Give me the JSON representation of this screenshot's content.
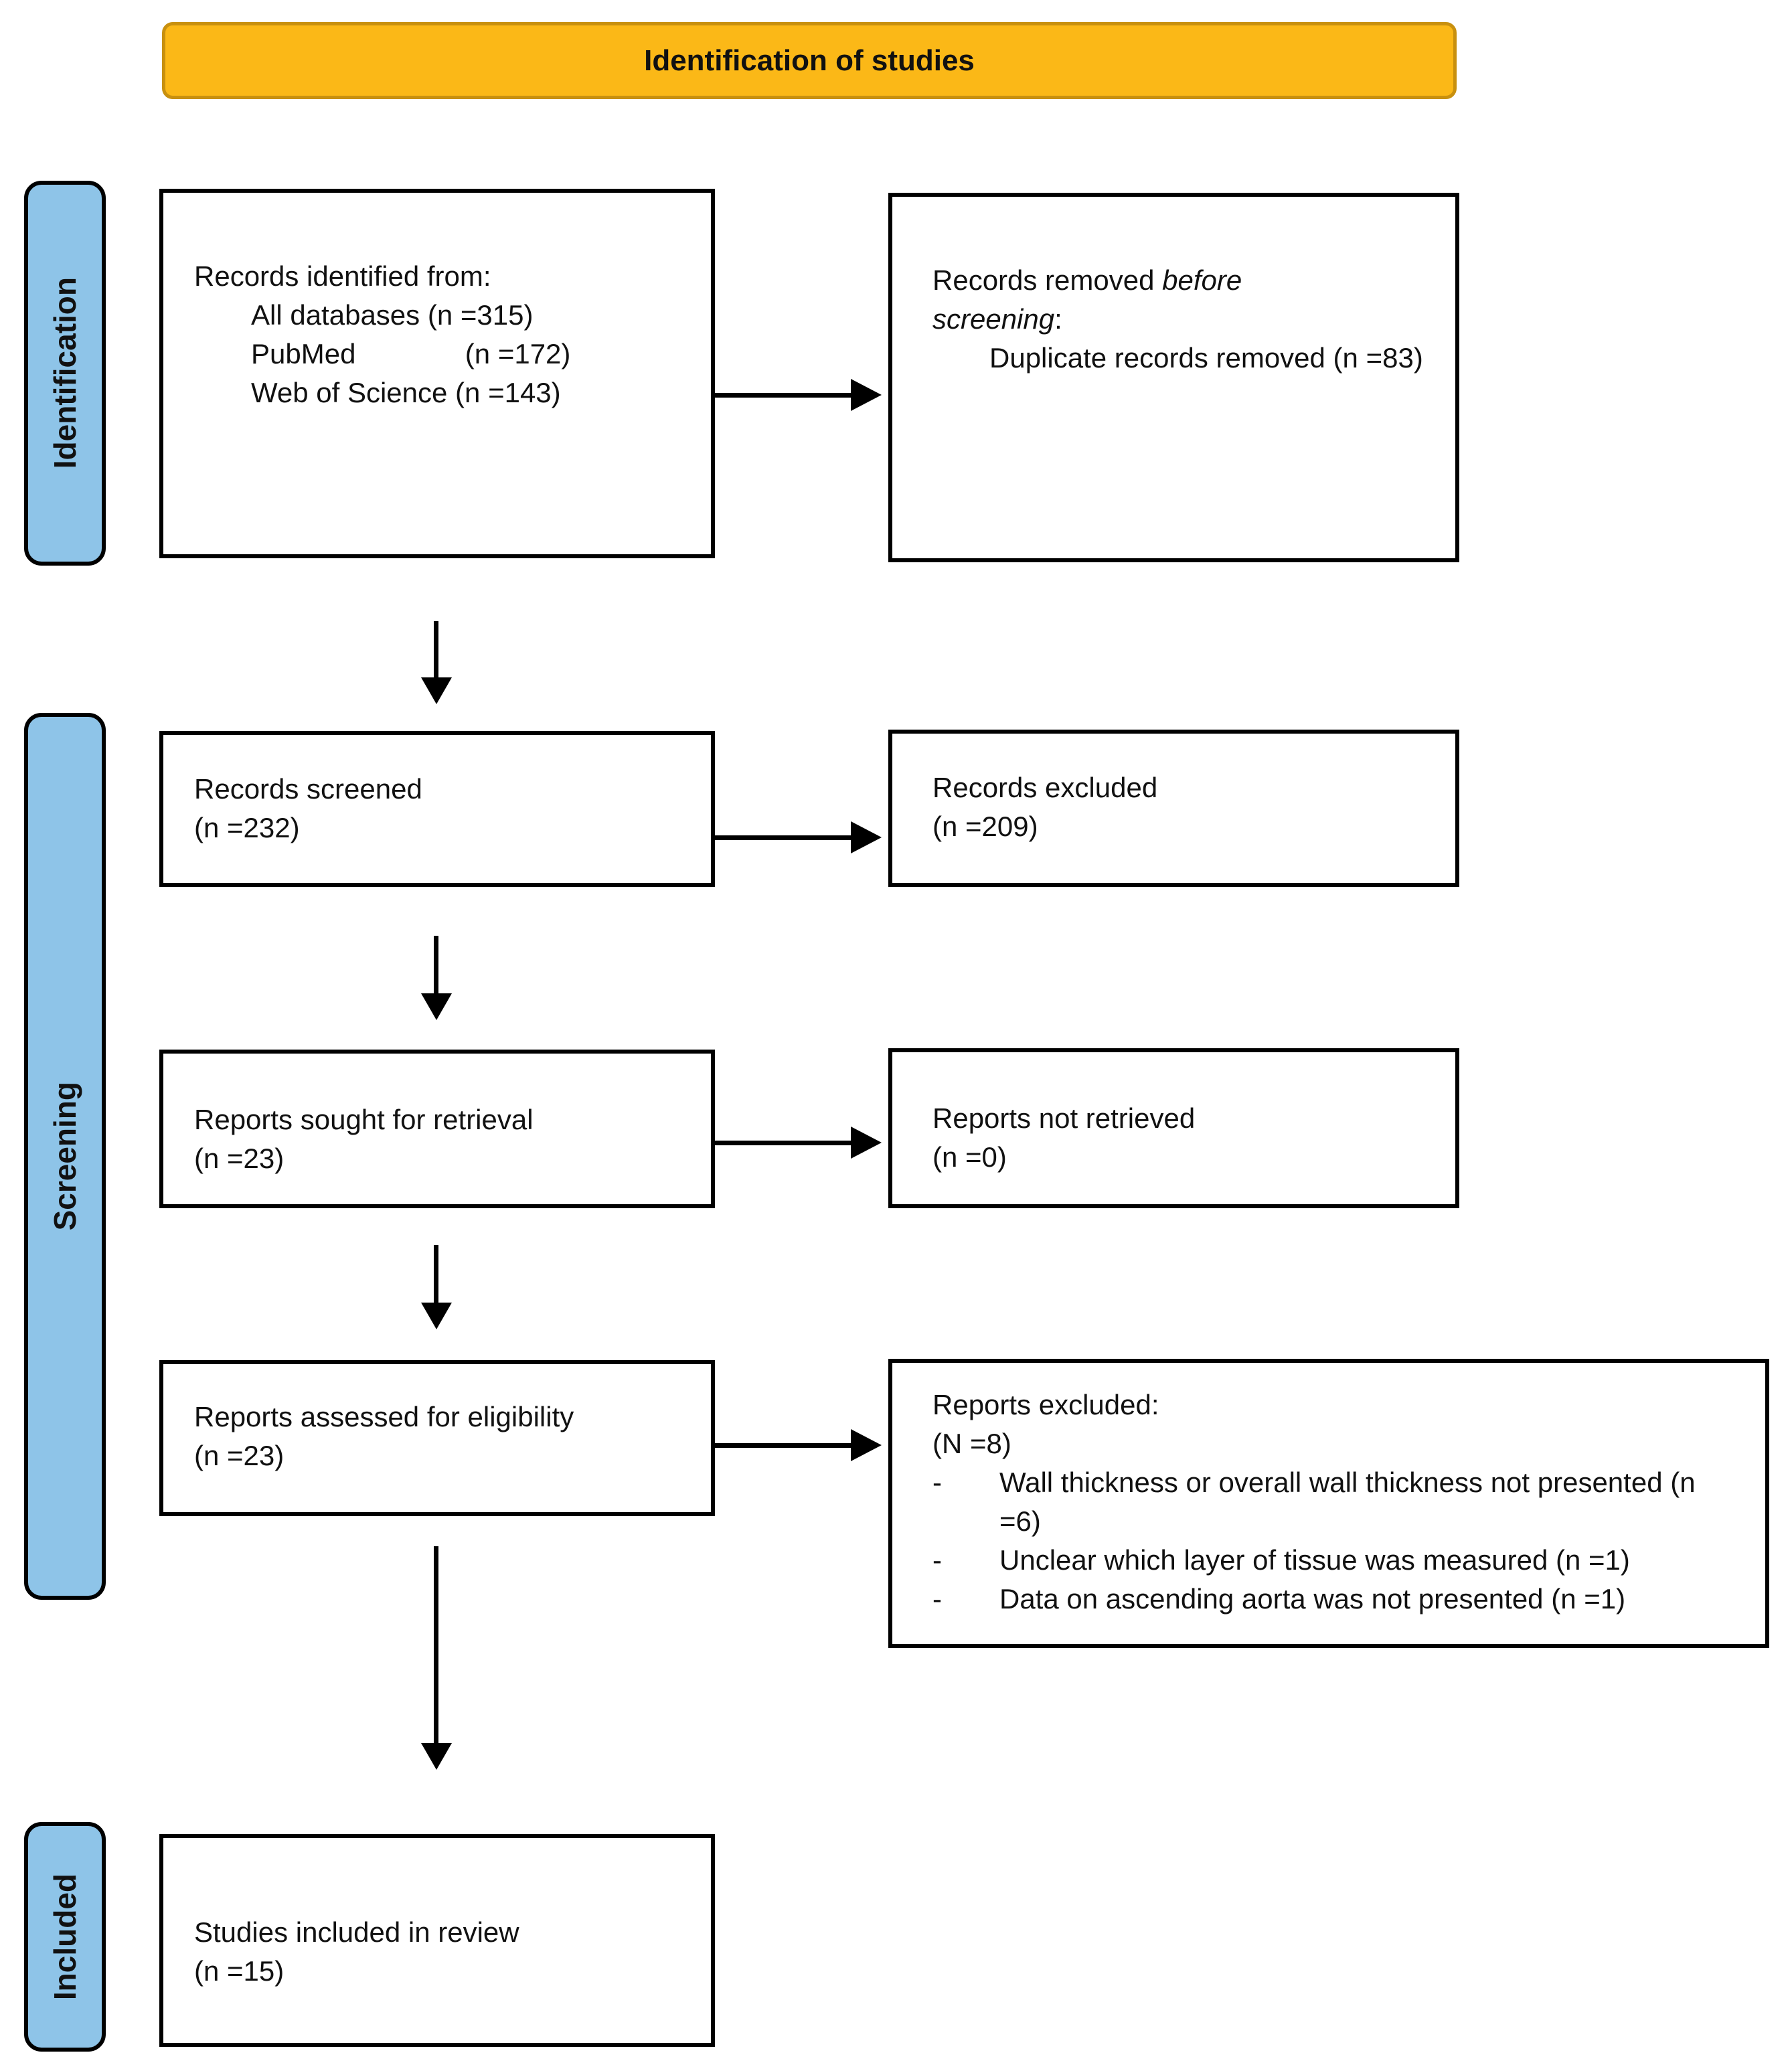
{
  "banner": {
    "label": "Identification of studies"
  },
  "colors": {
    "banner_fill": "#FBB817",
    "banner_border": "#C8900F",
    "stage_fill": "#8EC4E8",
    "box_border": "#000000",
    "text": "#111111"
  },
  "stages": {
    "identification": "Identification",
    "screening": "Screening",
    "included": "Included"
  },
  "boxes": {
    "records_identified": {
      "intro": "Records identified from:",
      "items": [
        "All databases (n =315)",
        "PubMed              (n =172)",
        "Web of Science (n =143)"
      ]
    },
    "records_removed": {
      "line1_normal": "Records removed ",
      "line1_italic": "before",
      "line2_italic": "screening",
      "line2_normal": ":",
      "item": "Duplicate records removed (n =83)"
    },
    "records_screened": {
      "line1": "Records screened",
      "line2": "(n =232)"
    },
    "records_excluded": {
      "line1": "Records excluded",
      "line2": "(n =209)"
    },
    "reports_sought": {
      "line1": "Reports sought for retrieval",
      "line2": "(n =23)"
    },
    "reports_not_retrieved": {
      "line1": "Reports not retrieved",
      "line2": "(n =0)"
    },
    "reports_assessed": {
      "line1": "Reports assessed for eligibility",
      "line2": "(n =23)"
    },
    "reports_excluded": {
      "line1": "Reports excluded:",
      "line2": "(N =8)",
      "bullet_marker": "-",
      "bullets": [
        "Wall thickness or overall wall thickness not presented (n =6)",
        "Unclear which layer of tissue was measured (n =1)",
        "Data on ascending aorta was not presented (n =1)"
      ]
    },
    "studies_included": {
      "line1": "Studies included in review",
      "line2": "(n =15)"
    }
  }
}
